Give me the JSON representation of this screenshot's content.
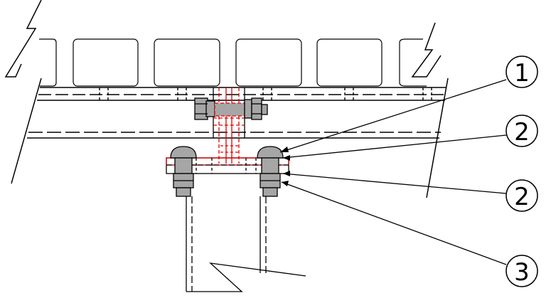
{
  "colors": {
    "line": "#000000",
    "hidden_red": "#e00000",
    "bolt_fill": "#a6a6a6",
    "background": "#ffffff"
  },
  "callouts": [
    {
      "label": "1"
    },
    {
      "label": "2"
    },
    {
      "label": "2"
    },
    {
      "label": "3"
    }
  ]
}
